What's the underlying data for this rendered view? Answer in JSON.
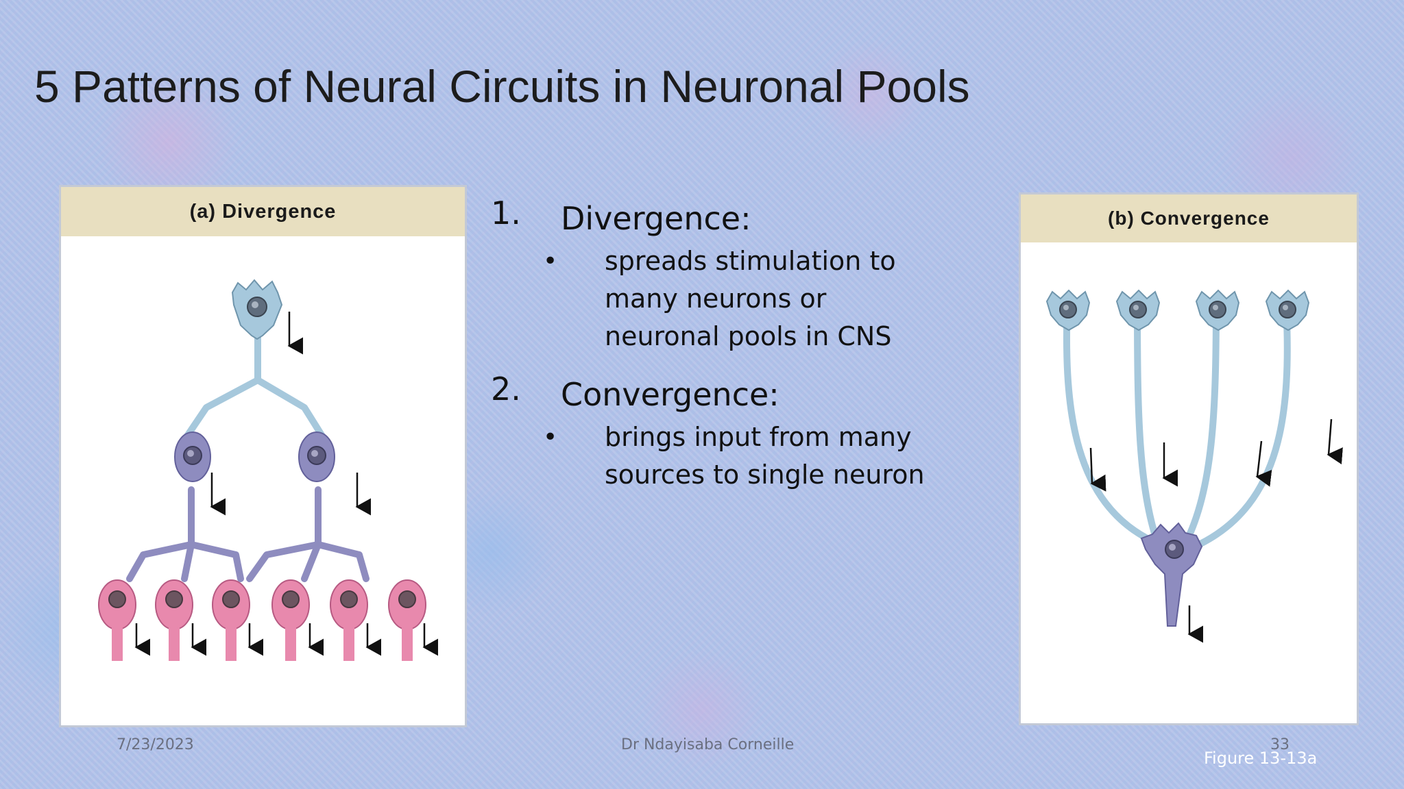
{
  "slide": {
    "title": "5 Patterns of Neural Circuits in Neuronal Pools"
  },
  "colors": {
    "top_neuron": "#a6c8dc",
    "middle_neuron": "#8e8cbf",
    "bottom_neuron": "#e889ad",
    "panel_header": "#e8dfc0"
  },
  "figures": {
    "divergence": {
      "header": "(a) Divergence"
    },
    "convergence": {
      "header": "(b) Convergence"
    }
  },
  "items": [
    {
      "number": "1.",
      "heading": "Divergence:",
      "bullet": "•",
      "lines": [
        "spreads stimulation to",
        "many neurons or",
        "neuronal pools in CNS"
      ]
    },
    {
      "number": "2.",
      "heading": "Convergence:",
      "bullet": "•",
      "lines": [
        "brings input from many",
        "sources to single neuron"
      ]
    }
  ],
  "footer": {
    "date": "7/23/2023",
    "author": "Dr Ndayisaba Corneille",
    "page": "33",
    "figure_label": "Figure 13-13a"
  }
}
